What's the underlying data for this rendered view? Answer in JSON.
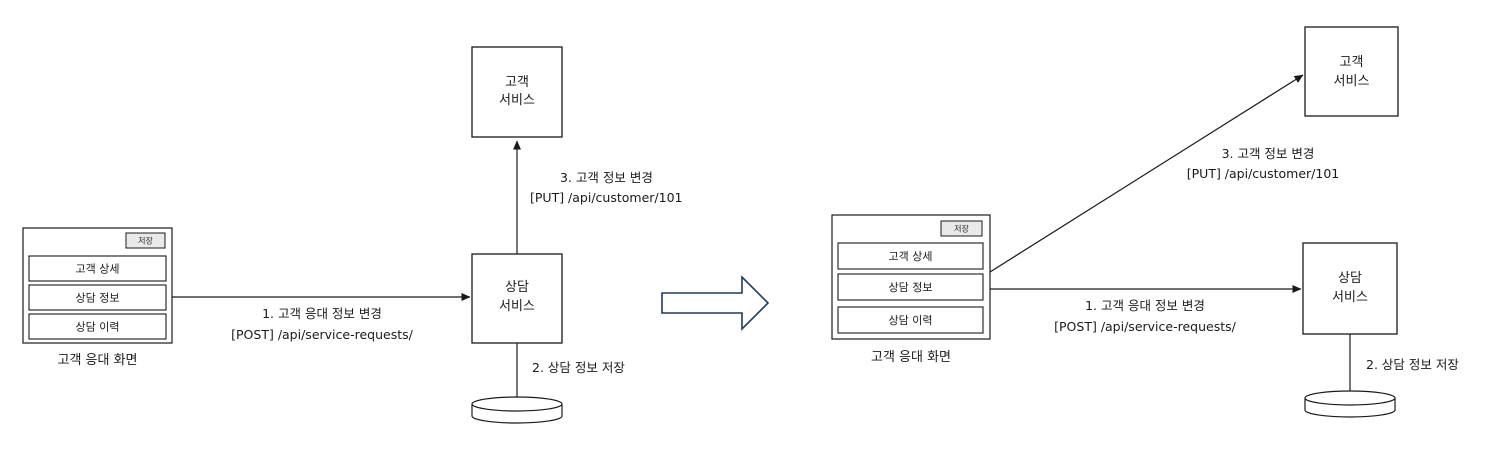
{
  "before": {
    "screen": {
      "save_label": "저장",
      "rows": [
        "고객 상세",
        "상담 정보",
        "상담 이력"
      ],
      "caption": "고객 응대 화면"
    },
    "customer_service": {
      "line1": "고객",
      "line2": "서비스"
    },
    "consult_service": {
      "line1": "상담",
      "line2": "서비스"
    },
    "flow1": {
      "line1": "1. 고객 응대 정보 변경",
      "line2": "[POST] /api/service-requests/"
    },
    "flow2": {
      "line1": "2. 상담 정보 저장"
    },
    "flow3": {
      "line1": "3. 고객 정보 변경",
      "line2": "[PUT] /api/customer/101"
    }
  },
  "after": {
    "screen": {
      "save_label": "저장",
      "rows": [
        "고객 상세",
        "상담 정보",
        "상담 이력"
      ],
      "caption": "고객 응대 화면"
    },
    "customer_service": {
      "line1": "고객",
      "line2": "서비스"
    },
    "consult_service": {
      "line1": "상담",
      "line2": "서비스"
    },
    "flow1": {
      "line1": "1. 고객 응대 정보 변경",
      "line2": "[POST] /api/service-requests/"
    },
    "flow2": {
      "line1": "2. 상담 정보 저장"
    },
    "flow3": {
      "line1": "3. 고객 정보 변경",
      "line2": "[PUT] /api/customer/101"
    }
  },
  "colors": {
    "line": "#1a1a1a",
    "transition_arrow": "#1f3b5c",
    "save_button_fill": "#e9e9e9"
  },
  "icons": {
    "transition": "right-arrow-icon",
    "datastore": "database-icon"
  }
}
